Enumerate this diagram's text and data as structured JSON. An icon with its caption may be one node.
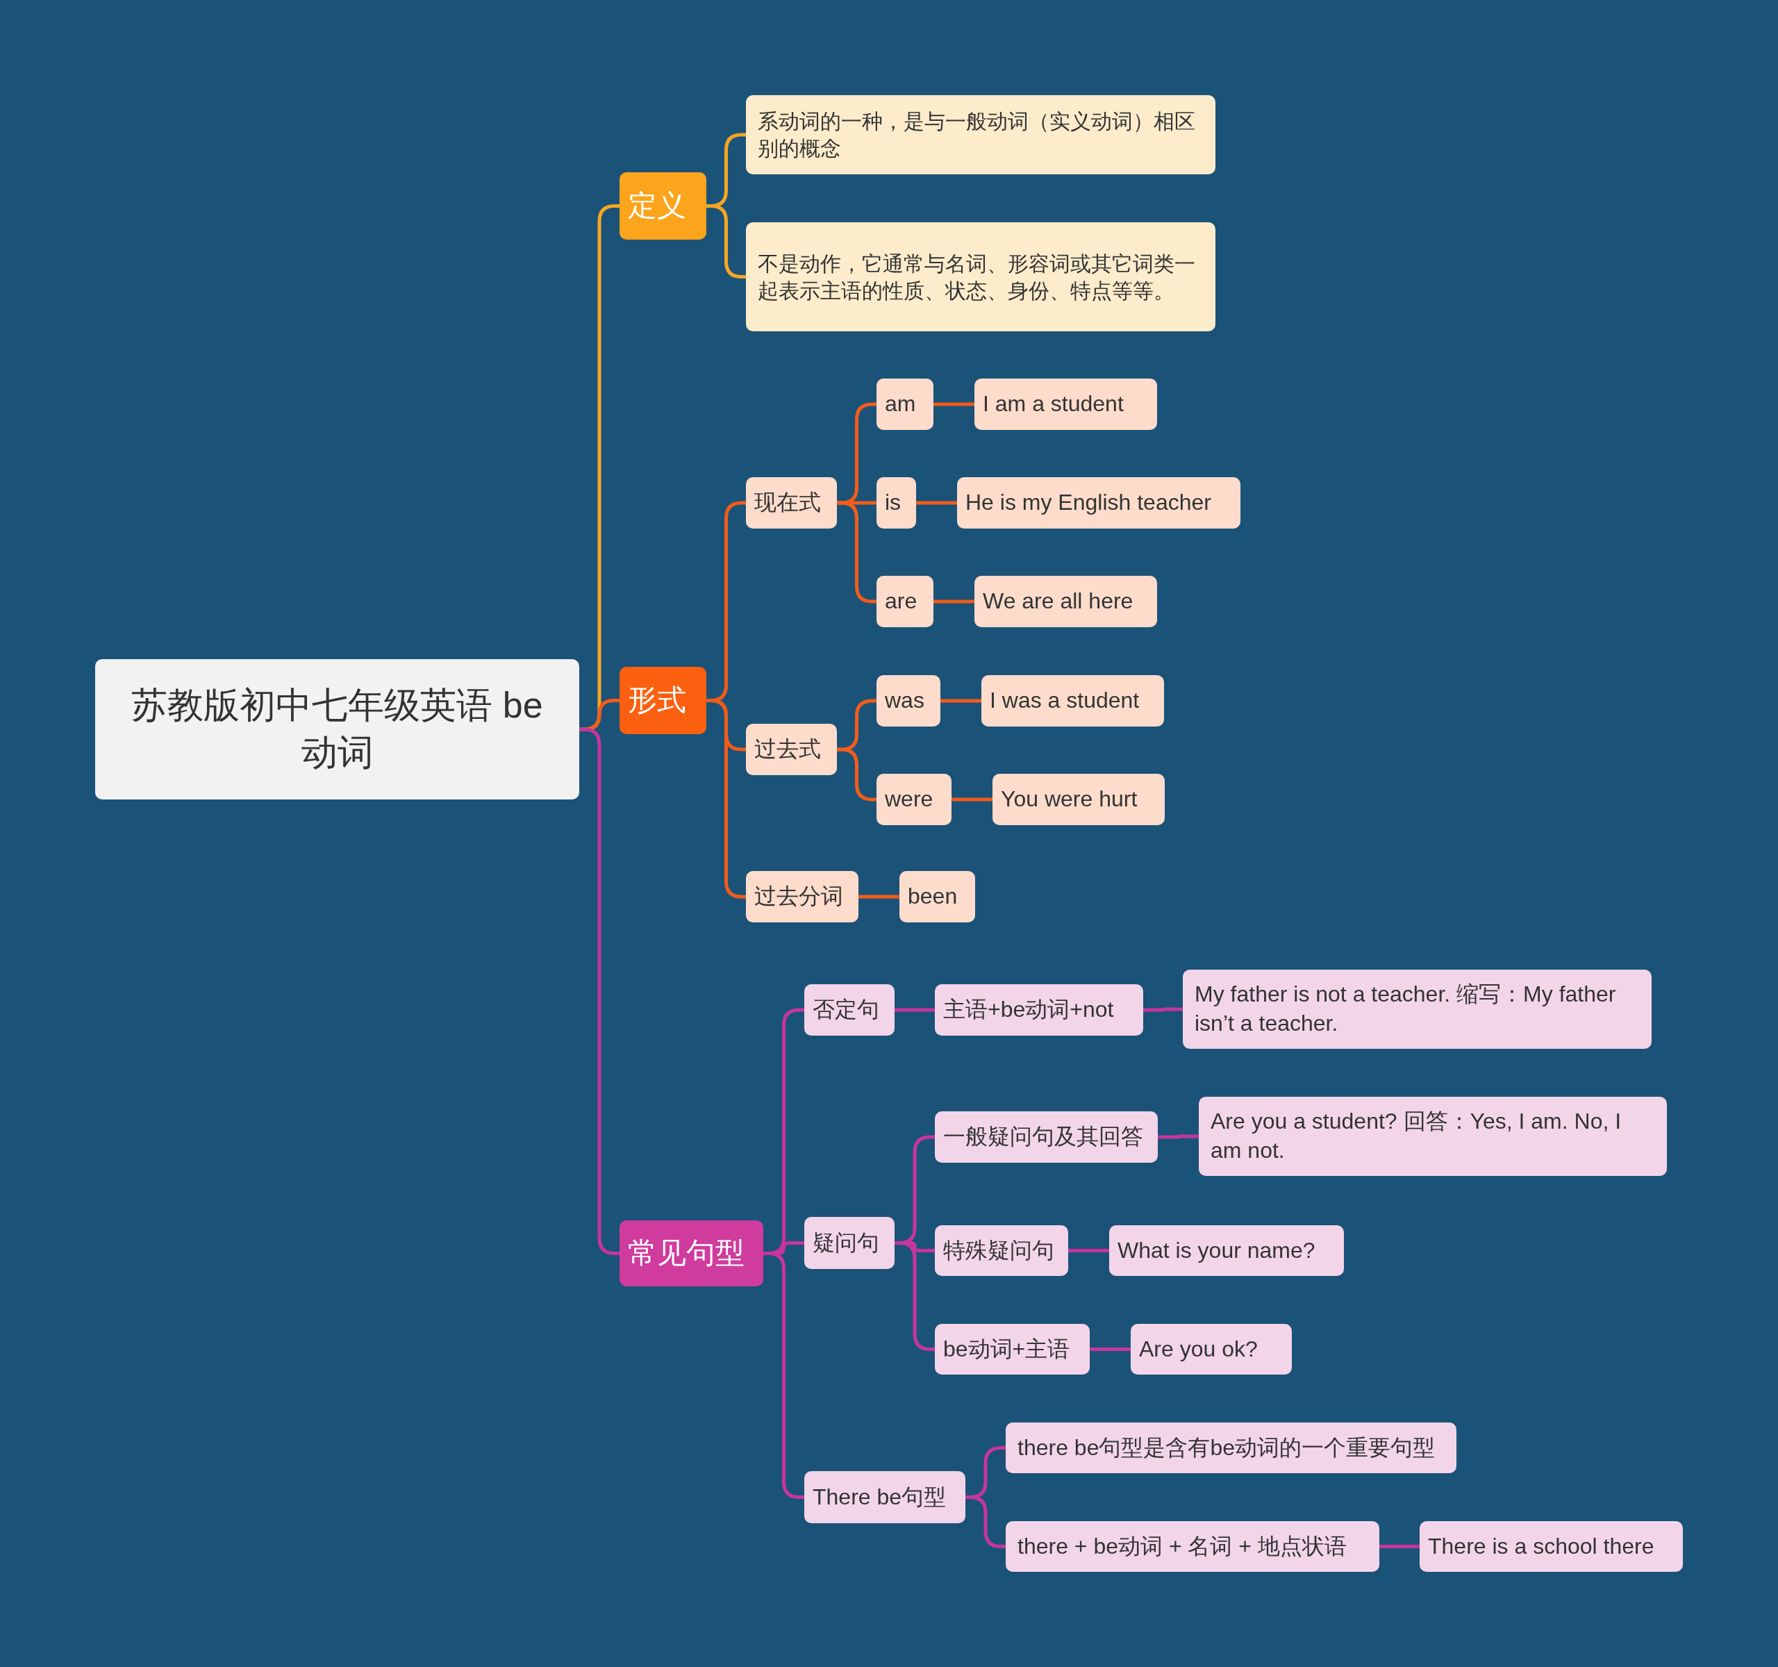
{
  "diagram": {
    "nodes": [
      {
        "text": [
          "苏教版初中七年级英语 be动词"
        ]
      },
      {
        "text": [
          "定义"
        ]
      },
      {
        "text": [
          "系动词的一种，是与一般动词（实义动词）相区别的概念"
        ]
      },
      {
        "text": [
          "不是动作，它通常与名词、形容词或其它词类一起表示主语的性质、状态、身份、特点等等。"
        ]
      },
      {
        "text": [
          "形式"
        ]
      },
      {
        "text": [
          "现在式"
        ]
      },
      {
        "text": [
          "am"
        ]
      },
      {
        "text": [
          "I am a student"
        ]
      },
      {
        "text": [
          "is"
        ]
      },
      {
        "text": [
          "He is my English teacher"
        ]
      },
      {
        "text": [
          "are"
        ]
      },
      {
        "text": [
          "We are all here"
        ]
      },
      {
        "text": [
          "过去式"
        ]
      },
      {
        "text": [
          "was"
        ]
      },
      {
        "text": [
          "I was a student"
        ]
      },
      {
        "text": [
          "were"
        ]
      },
      {
        "text": [
          "You were hurt"
        ]
      },
      {
        "text": [
          "过去分词"
        ]
      },
      {
        "text": [
          "been"
        ]
      },
      {
        "text": [
          "常见句型"
        ]
      },
      {
        "text": [
          "否定句"
        ]
      },
      {
        "text": [
          "主语+be动词+not"
        ]
      },
      {
        "text": [
          "My father is not a teacher. 缩写：My father isn’t a teacher."
        ]
      },
      {
        "text": [
          "疑问句"
        ]
      },
      {
        "text": [
          "一般疑问句及其回答"
        ]
      },
      {
        "text": [
          "Are you a student? 回答：Yes, I am. No, I am not."
        ]
      },
      {
        "text": [
          "特殊疑问句"
        ]
      },
      {
        "text": [
          "What is your name?"
        ]
      },
      {
        "text": [
          "be动词+主语"
        ]
      },
      {
        "text": [
          "Are you ok?"
        ]
      },
      {
        "text": [
          "There be句型"
        ]
      },
      {
        "text": [
          "there be句型是含有be动词的一个重要句型"
        ]
      },
      {
        "text": [
          "there + be动词 + 名词 + 地点状语"
        ]
      },
      {
        "text": [
          "There is a school there"
        ]
      }
    ],
    "edges": [
      {
        "from": 0,
        "to": 1,
        "arrow": "none",
        "color": "#f5a623"
      },
      {
        "from": 1,
        "to": 2,
        "arrow": "none",
        "color": "#f5a623"
      },
      {
        "from": 1,
        "to": 3,
        "arrow": "none",
        "color": "#f5a623"
      },
      {
        "from": 0,
        "to": 4,
        "arrow": "none",
        "color": "#f25c1a"
      },
      {
        "from": 4,
        "to": 5,
        "arrow": "none",
        "color": "#f25c1a"
      },
      {
        "from": 5,
        "to": 6,
        "arrow": "none",
        "color": "#f25c1a"
      },
      {
        "from": 6,
        "to": 7,
        "arrow": "none",
        "color": "#f25c1a"
      },
      {
        "from": 5,
        "to": 8,
        "arrow": "none",
        "color": "#f25c1a"
      },
      {
        "from": 8,
        "to": 9,
        "arrow": "none",
        "color": "#f25c1a"
      },
      {
        "from": 5,
        "to": 10,
        "arrow": "none",
        "color": "#f25c1a"
      },
      {
        "from": 10,
        "to": 11,
        "arrow": "none",
        "color": "#f25c1a"
      },
      {
        "from": 4,
        "to": 12,
        "arrow": "none",
        "color": "#f25c1a"
      },
      {
        "from": 12,
        "to": 13,
        "arrow": "none",
        "color": "#f25c1a"
      },
      {
        "from": 13,
        "to": 14,
        "arrow": "none",
        "color": "#f25c1a"
      },
      {
        "from": 12,
        "to": 15,
        "arrow": "none",
        "color": "#f25c1a"
      },
      {
        "from": 15,
        "to": 16,
        "arrow": "none",
        "color": "#f25c1a"
      },
      {
        "from": 4,
        "to": 17,
        "arrow": "none",
        "color": "#f25c1a"
      },
      {
        "from": 17,
        "to": 18,
        "arrow": "none",
        "color": "#f25c1a"
      },
      {
        "from": 0,
        "to": 19,
        "arrow": "none",
        "color": "#c6359b"
      },
      {
        "from": 19,
        "to": 20,
        "arrow": "none",
        "color": "#c6359b"
      },
      {
        "from": 20,
        "to": 21,
        "arrow": "none",
        "color": "#c6359b"
      },
      {
        "from": 21,
        "to": 22,
        "arrow": "none",
        "color": "#c6359b"
      },
      {
        "from": 19,
        "to": 23,
        "arrow": "none",
        "color": "#c6359b"
      },
      {
        "from": 23,
        "to": 24,
        "arrow": "none",
        "color": "#c6359b"
      },
      {
        "from": 24,
        "to": 25,
        "arrow": "none",
        "color": "#c6359b"
      },
      {
        "from": 23,
        "to": 26,
        "arrow": "none",
        "color": "#c6359b"
      },
      {
        "from": 26,
        "to": 27,
        "arrow": "none",
        "color": "#c6359b"
      },
      {
        "from": 23,
        "to": 28,
        "arrow": "none",
        "color": "#c6359b"
      },
      {
        "from": 28,
        "to": 29,
        "arrow": "none",
        "color": "#c6359b"
      },
      {
        "from": 19,
        "to": 30,
        "arrow": "none",
        "color": "#c6359b"
      },
      {
        "from": 30,
        "to": 31,
        "arrow": "none",
        "color": "#c6359b"
      },
      {
        "from": 30,
        "to": 32,
        "arrow": "none",
        "color": "#c6359b"
      },
      {
        "from": 32,
        "to": 33,
        "arrow": "none",
        "color": "#c6359b"
      }
    ]
  }
}
